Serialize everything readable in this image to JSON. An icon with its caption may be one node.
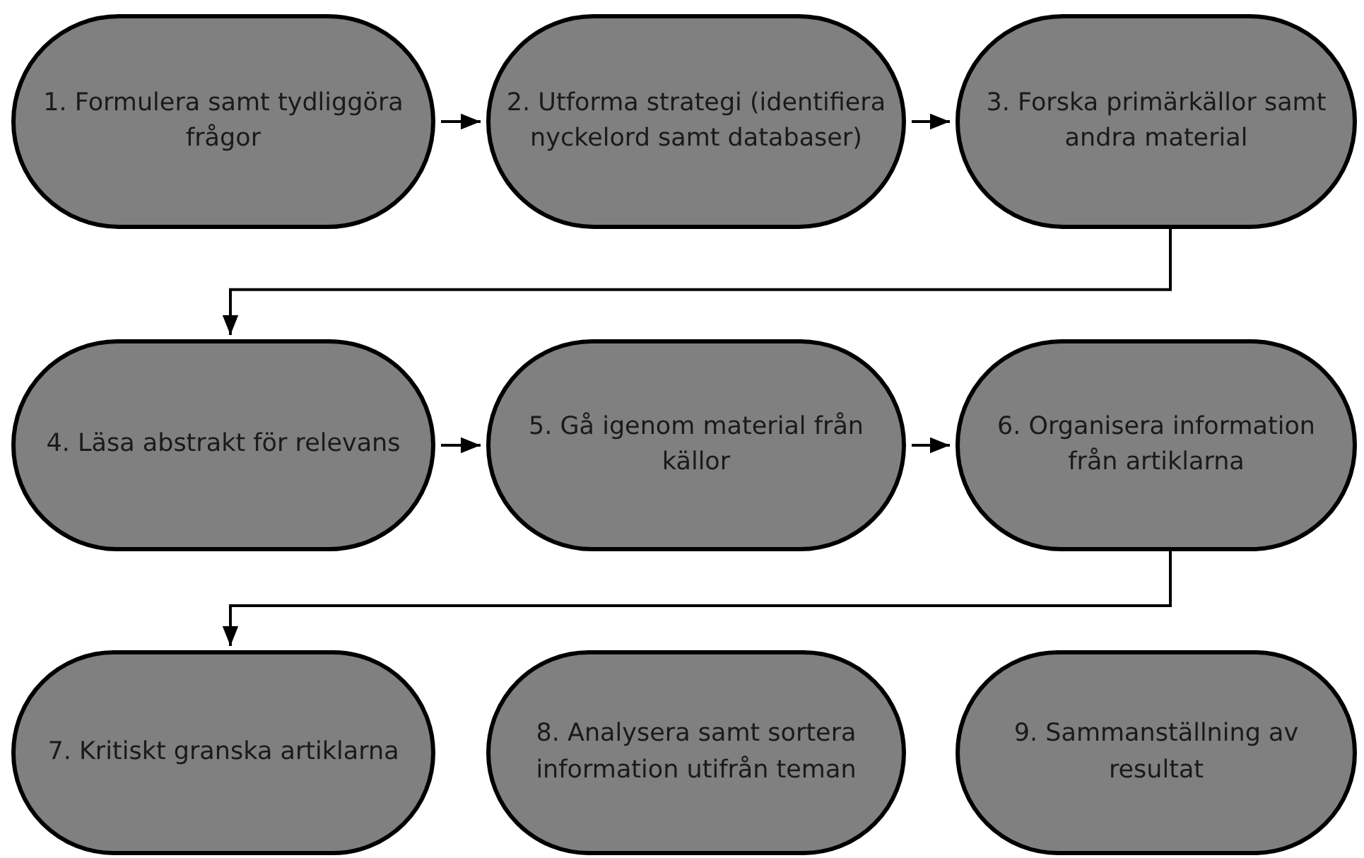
{
  "diagram": {
    "nodes": [
      {
        "text": [
          "1. Formulera samt tydliggöra frågor"
        ]
      },
      {
        "text": [
          "2. Utforma strategi (identifiera nyckelord samt databaser)"
        ]
      },
      {
        "text": [
          "3. Forska primärkällor samt andra material"
        ]
      },
      {
        "text": [
          "4. Läsa abstrakt för relevans"
        ]
      },
      {
        "text": [
          "5. Gå igenom material från källor"
        ]
      },
      {
        "text": [
          "6. Organisera information från artiklarna"
        ]
      },
      {
        "text": [
          "7. Kritiskt granska artiklarna"
        ]
      },
      {
        "text": [
          "8. Analysera samt sortera information utifrån teman"
        ]
      },
      {
        "text": [
          "9. Sammanställning av resultat"
        ]
      }
    ],
    "edges": [
      {
        "from": 0,
        "to": 1,
        "arrow": "to"
      },
      {
        "from": 1,
        "to": 2,
        "arrow": "to"
      },
      {
        "from": 2,
        "to": 3,
        "arrow": "to"
      },
      {
        "from": 3,
        "to": 4,
        "arrow": "to"
      },
      {
        "from": 4,
        "to": 5,
        "arrow": "to"
      },
      {
        "from": 5,
        "to": 6,
        "arrow": "to"
      }
    ]
  }
}
